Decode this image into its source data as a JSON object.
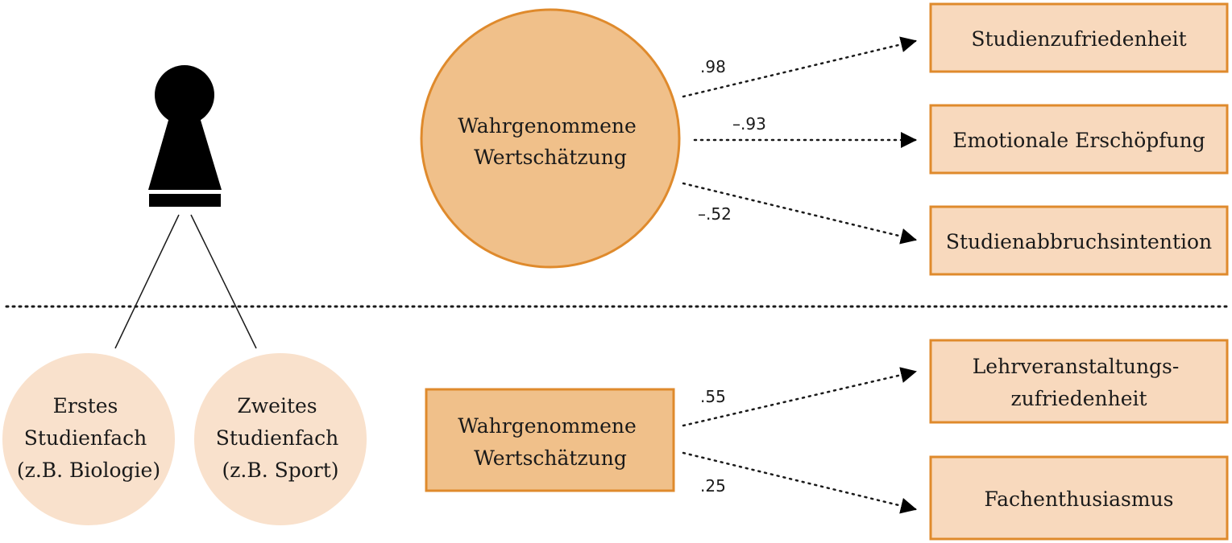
{
  "colors": {
    "orange_fill": "#f0c08a",
    "orange_stroke": "#df8a2c",
    "light_box_fill": "#f8d9bd",
    "pale_circle_fill": "#f9e1cc",
    "icon_black": "#000000",
    "line_color": "#1a1a1a"
  },
  "icons": {
    "person": "person-pawn-icon"
  },
  "person_level": {
    "subjects": [
      {
        "lines": [
          "Erstes",
          "Studienfach",
          "(z.B. Biologie)"
        ]
      },
      {
        "lines": [
          "Zweites",
          "Studienfach",
          "(z.B. Sport)"
        ]
      }
    ]
  },
  "top_panel": {
    "predictor_lines": [
      "Wahrgenommene",
      "Wertschätzung"
    ],
    "outcomes": [
      {
        "lines": [
          "Studienzufriedenheit"
        ],
        "coefficient": ".98"
      },
      {
        "lines": [
          "Emotionale Erschöpfung"
        ],
        "coefficient": "–.93"
      },
      {
        "lines": [
          "Studienabbruchsintention"
        ],
        "coefficient": "–.52"
      }
    ]
  },
  "bottom_panel": {
    "predictor_lines": [
      "Wahrgenommene",
      "Wertschätzung"
    ],
    "outcomes": [
      {
        "lines": [
          "Lehrveranstaltungs-",
          "zufriedenheit"
        ],
        "coefficient": ".55"
      },
      {
        "lines": [
          "Fachenthusiasmus"
        ],
        "coefficient": ".25"
      }
    ]
  }
}
